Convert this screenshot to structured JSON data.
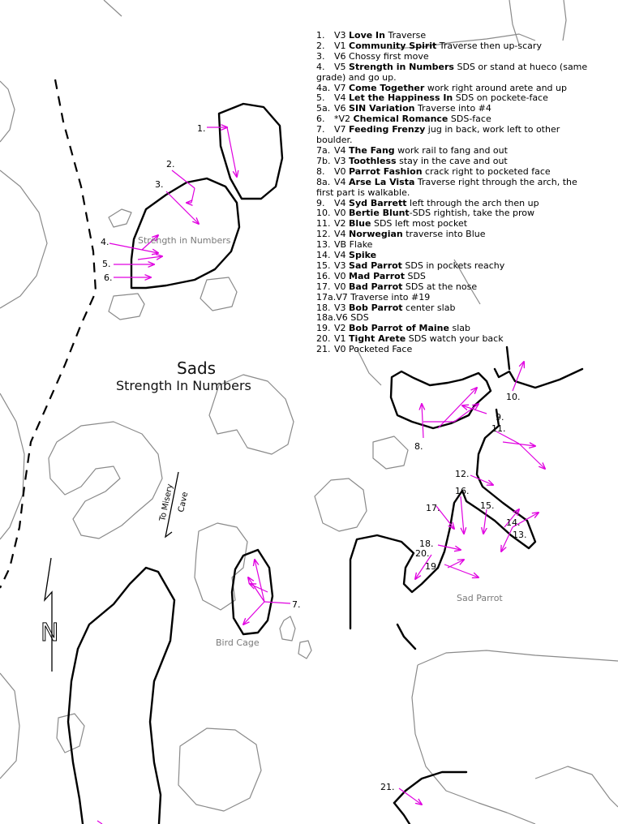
{
  "title": "Sads",
  "subtitle": "Strength In Numbers",
  "areas": {
    "strength": "Strength in Numbers",
    "bird_cage": "Bird Cage",
    "sad_parrot": "Sad Parrot"
  },
  "trail_label": {
    "line1": "To Misery",
    "line2": "Cave"
  },
  "north_label": "N",
  "colors": {
    "route_arrow": "#e000e0",
    "boulder_outline": "#000000",
    "rock_outline": "#8a8a8a"
  },
  "icons": {
    "north_arrow": "north-arrow-icon"
  },
  "map_labels": {
    "r1": "1.",
    "r2": "2.",
    "r3": "3.",
    "r4": "4.",
    "r5": "5.",
    "r6": "6.",
    "r7": "7.",
    "r8": "8.",
    "r9": "9.",
    "r10": "10.",
    "r11": "11.",
    "r12": "12.",
    "r13": "13.",
    "r14": "14.",
    "r15": "15.",
    "r16": "16.",
    "r17": "17.",
    "r18": "18.",
    "r19": "19.",
    "r20": "20.",
    "r21": "21."
  },
  "problems": [
    {
      "num": "1.",
      "grade": "V3",
      "name": "Love In",
      "desc": " Traverse"
    },
    {
      "num": "2.",
      "grade": "V1",
      "name": "Community Spirit",
      "desc": " Traverse then up-scary"
    },
    {
      "num": "3.",
      "grade": "V6",
      "name": "",
      "desc": "Chossy first move"
    },
    {
      "num": "4.",
      "grade": "V5",
      "name": "Strength in Numbers",
      "desc": " SDS or stand at hueco (same grade) and go up."
    },
    {
      "num": "4a.",
      "grade": "V7",
      "name": "Come Together",
      "desc": " work right around arete and up"
    },
    {
      "num": "5.",
      "grade": "V4",
      "name": "Let the Happiness In",
      "desc": " SDS on pockete-face"
    },
    {
      "num": "5a.",
      "grade": "V6",
      "name": "SIN Variation",
      "desc": " Traverse into #4"
    },
    {
      "num": "6.",
      "grade": "*V2",
      "name": "Chemical Romance",
      "desc": " SDS-face"
    },
    {
      "num": "7.",
      "grade": "V7",
      "name": "Feeding Frenzy",
      "desc": " jug in back, work left to other boulder."
    },
    {
      "num": "7a.",
      "grade": "V4",
      "name": "The Fang",
      "desc": " work rail to fang and out"
    },
    {
      "num": "7b.",
      "grade": "V3",
      "name": "Toothless",
      "desc": " stay in the cave and out"
    },
    {
      "num": "8.",
      "grade": "V0",
      "name": "Parrot Fashion",
      "desc": " crack right to pocketed face"
    },
    {
      "num": "8a.",
      "grade": "V4",
      "name": "Arse La Vista",
      "desc": " Traverse right through the arch, the first part is walkable."
    },
    {
      "num": "9.",
      "grade": "V4",
      "name": "Syd Barrett",
      "desc": " left through the arch then up"
    },
    {
      "num": "10.",
      "grade": "V0",
      "name": "Bertie Blunt",
      "desc": "-SDS rightish, take the prow"
    },
    {
      "num": "11.",
      "grade": "V2",
      "name": "Blue",
      "desc": " SDS left most pocket"
    },
    {
      "num": "12.",
      "grade": "V4",
      "name": "Norwegian",
      "desc": " traverse into Blue"
    },
    {
      "num": "13.",
      "grade": "VB",
      "name": "",
      "desc": "Flake"
    },
    {
      "num": "14.",
      "grade": "V4",
      "name": "Spike",
      "desc": ""
    },
    {
      "num": "15.",
      "grade": "V3",
      "name": "Sad Parrot",
      "desc": " SDS in pockets reachy"
    },
    {
      "num": "16.",
      "grade": "V0",
      "name": "Mad Parrot",
      "desc": " SDS"
    },
    {
      "num": "17.",
      "grade": "V0",
      "name": "Bad Parrot",
      "desc": " SDS at the nose"
    },
    {
      "num": "17a.",
      "grade": "V7",
      "name": "",
      "desc": "Traverse into #19"
    },
    {
      "num": "18.",
      "grade": "V3",
      "name": "Bob Parrot",
      "desc": " center slab"
    },
    {
      "num": "18a.",
      "grade": "V6",
      "name": "",
      "desc": "SDS"
    },
    {
      "num": "19.",
      "grade": "V2",
      "name": "Bob Parrot of Maine",
      "desc": " slab"
    },
    {
      "num": "20.",
      "grade": "V1",
      "name": "Tight Arete",
      "desc": " SDS watch your back"
    },
    {
      "num": "21.",
      "grade": "V0",
      "name": "",
      "desc": "Pocketed Face"
    }
  ]
}
